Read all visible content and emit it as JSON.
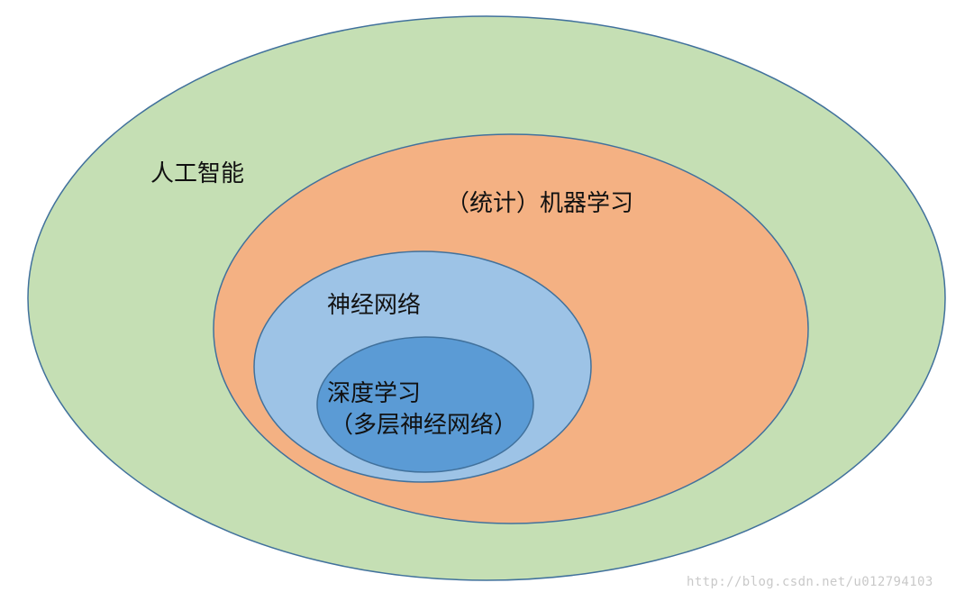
{
  "diagram": {
    "layers": [
      {
        "id": "ai",
        "label": "人工智能",
        "fill": "#C5DFB4",
        "stroke": "#41719C"
      },
      {
        "id": "ml",
        "label": "（统计）机器学习",
        "fill": "#F4B183",
        "stroke": "#41719C"
      },
      {
        "id": "nn",
        "label": "神经网络",
        "fill": "#9DC3E6",
        "stroke": "#41719C"
      },
      {
        "id": "dl",
        "label": "深度学习",
        "sublabel": "（多层神经网络）",
        "fill": "#5B9BD5",
        "stroke": "#41719C"
      }
    ]
  },
  "watermark": {
    "text": "http://blog.csdn.net/u012794103",
    "color": "#c9c9c9"
  }
}
